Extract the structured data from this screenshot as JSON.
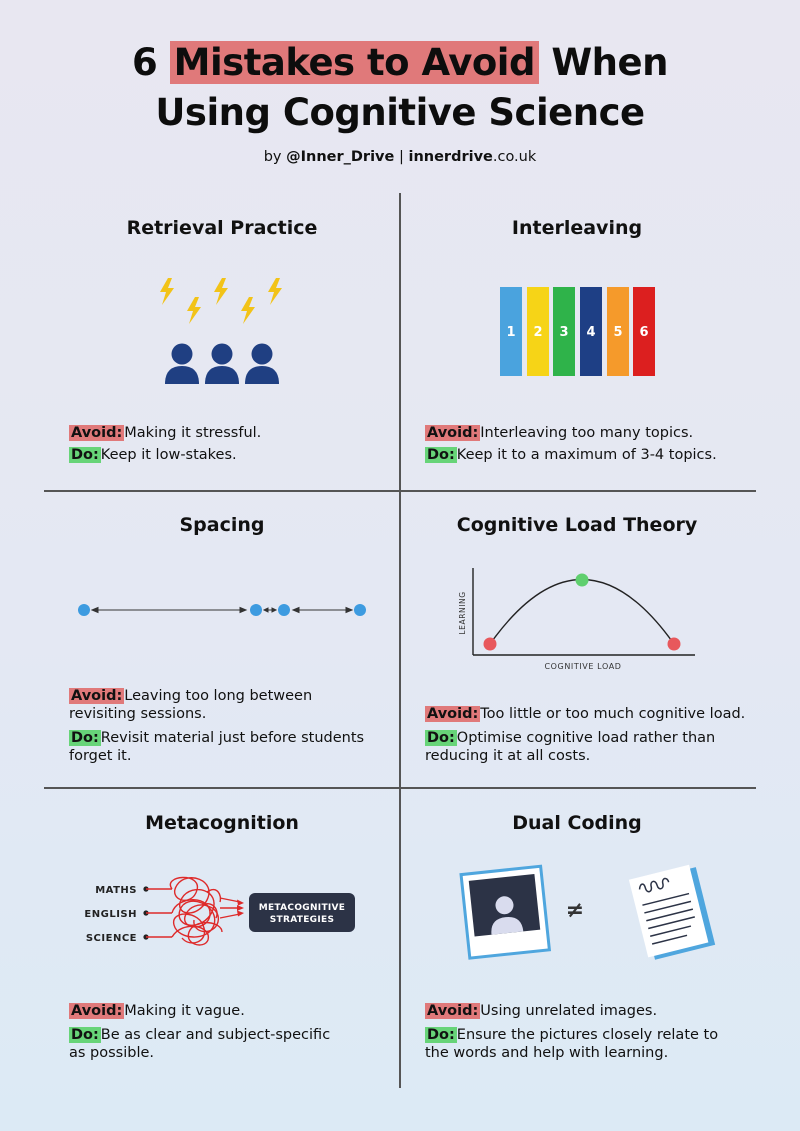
{
  "header": {
    "title_num": "6",
    "title_hl": "Mistakes to Avoid",
    "title_rest1": "When",
    "title_line2": "Using Cognitive Science",
    "byline_by": "by",
    "byline_handle": "@Inner_Drive",
    "byline_sep": "|",
    "byline_site_bold": "innerdrive",
    "byline_site_rest": ".co.uk"
  },
  "labels": {
    "avoid": "Avoid:",
    "do": "Do:"
  },
  "colors": {
    "highlight_red": "#e0797a",
    "highlight_green": "#67d478",
    "navy": "#1f3f82",
    "bolt": "#f2c318"
  },
  "sections": [
    {
      "title": "Retrieval Practice",
      "avoid": "Making it stressful.",
      "do": "Keep it low-stakes.",
      "icon": "stressed-students-icon"
    },
    {
      "title": "Interleaving",
      "avoid": "Interleaving too many topics.",
      "do": "Keep it to a maximum of 3-4 topics.",
      "icon": "numbered-blocks-icon",
      "blocks": [
        "1",
        "2",
        "3",
        "4",
        "5",
        "6"
      ]
    },
    {
      "title": "Spacing",
      "avoid_l1": "Leaving too long between",
      "avoid_l2": "revisiting sessions.",
      "do_l1": "Revisit material just before students",
      "do_l2": "forget it.",
      "icon": "spaced-timeline-icon"
    },
    {
      "title": "Cognitive Load Theory",
      "avoid": "Too little or too much cognitive load.",
      "do_l1": "Optimise cognitive load rather than",
      "do_l2": "reducing it at all costs.",
      "chart_ylabel": "LEARNING",
      "chart_xlabel": "COGNITIVE LOAD"
    },
    {
      "title": "Metacognition",
      "avoid": "Making it vague.",
      "do_l1": "Be as clear and subject-specific",
      "do_l2": "as possible.",
      "subjects": [
        "MATHS",
        "ENGLISH",
        "SCIENCE"
      ],
      "box_l1": "METACOGNITIVE",
      "box_l2": "STRATEGIES"
    },
    {
      "title": "Dual Coding",
      "avoid": "Using unrelated images.",
      "do_l1": "Ensure the pictures closely relate to",
      "do_l2": "the words and help with learning.",
      "not_equal": "≠"
    }
  ]
}
